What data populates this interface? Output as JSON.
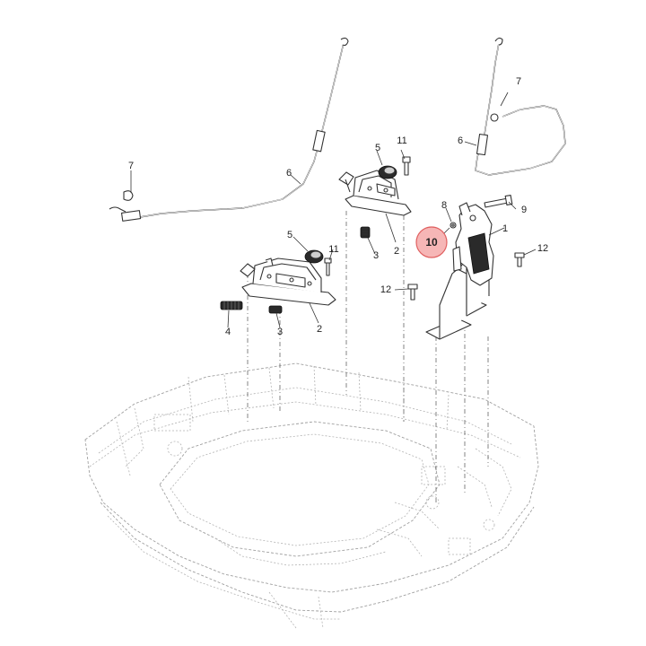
{
  "callouts": {
    "c1": "1",
    "c2a": "2",
    "c2b": "2",
    "c3a": "3",
    "c3b": "3",
    "c4": "4",
    "c5a": "5",
    "c5b": "5",
    "c6a": "6",
    "c6b": "6",
    "c7a": "7",
    "c7b": "7",
    "c8": "8",
    "c9": "9",
    "c10": "10",
    "c11a": "11",
    "c11b": "11",
    "c12a": "12",
    "c12b": "12"
  },
  "colors": {
    "highlight_fill": "#f6b6b6",
    "highlight_stroke": "#e06060",
    "line": "#333333",
    "phantom": "#a0a0a0"
  }
}
